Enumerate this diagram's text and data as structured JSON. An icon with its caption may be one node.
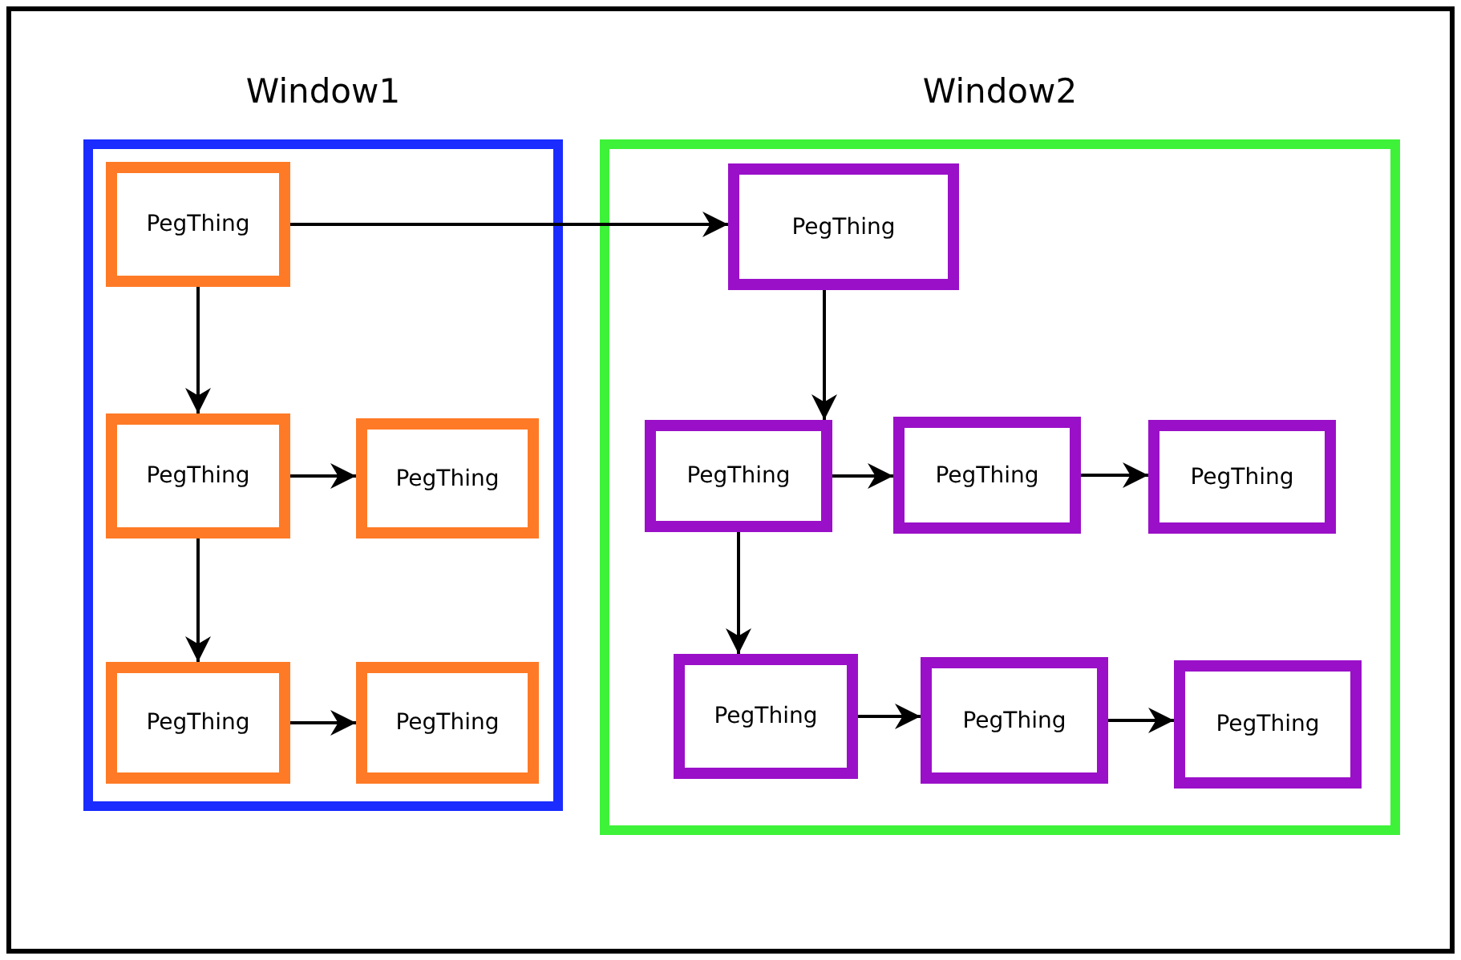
{
  "diagram": {
    "nodes": [
      {
        "text": [
          "Window1"
        ]
      },
      {
        "text": [
          "PegThing"
        ],
        "in": 0
      },
      {
        "text": [
          "PegThing"
        ],
        "in": 0
      },
      {
        "text": [
          "PegThing"
        ],
        "in": 0
      },
      {
        "text": [
          "PegThing"
        ],
        "in": 0
      },
      {
        "text": [
          "PegThing"
        ],
        "in": 0
      },
      {
        "text": [
          "Window2"
        ]
      },
      {
        "text": [
          "PegThing"
        ],
        "in": 6
      },
      {
        "text": [
          "PegThing"
        ],
        "in": 6
      },
      {
        "text": [
          "PegThing"
        ],
        "in": 6
      },
      {
        "text": [
          "PegThing"
        ],
        "in": 6
      },
      {
        "text": [
          "PegThing"
        ],
        "in": 6
      },
      {
        "text": [
          "PegThing"
        ],
        "in": 6
      },
      {
        "text": [
          "PegThing"
        ],
        "in": 6
      }
    ],
    "edges": [
      {
        "from": 1,
        "to": 7,
        "arrow": "to"
      },
      {
        "from": 1,
        "to": 2,
        "arrow": "to"
      },
      {
        "from": 2,
        "to": 3,
        "arrow": "to"
      },
      {
        "from": 2,
        "to": 4,
        "arrow": "to"
      },
      {
        "from": 4,
        "to": 5,
        "arrow": "to"
      },
      {
        "from": 7,
        "to": 8,
        "arrow": "to"
      },
      {
        "from": 8,
        "to": 9,
        "arrow": "to"
      },
      {
        "from": 9,
        "to": 10,
        "arrow": "to"
      },
      {
        "from": 8,
        "to": 11,
        "arrow": "to"
      },
      {
        "from": 11,
        "to": 12,
        "arrow": "to"
      },
      {
        "from": 12,
        "to": 13,
        "arrow": "to"
      }
    ]
  }
}
